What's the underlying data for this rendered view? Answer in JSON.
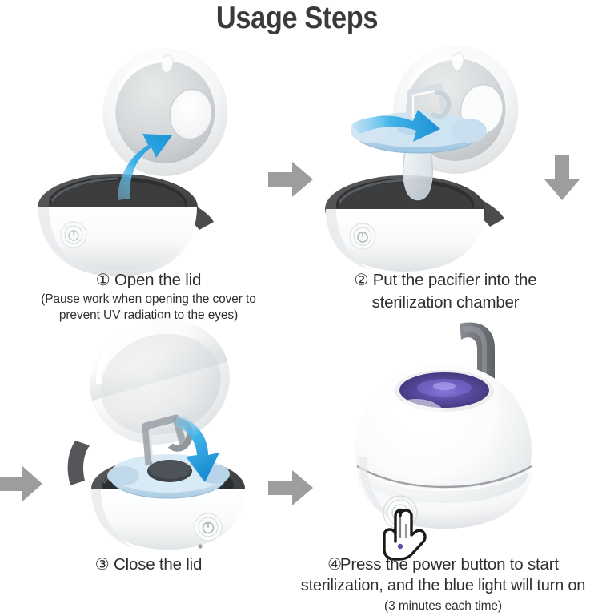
{
  "header": {
    "title": "Usage Steps"
  },
  "colors": {
    "title_text": "#3a3a3a",
    "caption_text": "#2f2f2f",
    "flow_arrow": "#9d9d9d",
    "action_arrow_blue": "#29a3e0",
    "action_arrow_blue_dark": "#1f8fd0",
    "device_white": "#fdfdfd",
    "device_shadow": "#d8dadc",
    "chamber_dark": "#4b4b4d",
    "chamber_dark_deep": "#343436",
    "pacifier_blue": "#bcd9ec",
    "uv_violet": "#4a3f86",
    "uv_glow": "#6f63c4",
    "strap_gray": "#7e8186"
  },
  "steps": [
    {
      "id": "step-1",
      "number": "①",
      "title": "Open the lid",
      "note_line_1": "(Pause work when opening the cover to",
      "note_line_2": "prevent UV radiation to the eyes)",
      "illustration": "sterilizer-lid-open-with-up-arrow",
      "action_arrow": "curved-arrow-up-left-to-right"
    },
    {
      "id": "step-2",
      "number": "②",
      "title_line_1": "Put the pacifier into the",
      "title_line_2": "sterilization chamber",
      "illustration": "sterilizer-with-pacifier-inserting",
      "action_arrow": "curved-arrow-pointing-right-into-chamber"
    },
    {
      "id": "step-3",
      "number": "③",
      "title": "Close the lid",
      "illustration": "sterilizer-lid-closing-with-pacifier-inside",
      "action_arrow": "curved-arrow-pointing-down-right"
    },
    {
      "id": "step-4",
      "number": "④",
      "title_line_1": "Press the power button to start",
      "title_line_2": "sterilization, and the blue light will turn on",
      "note_line_1": "(3 minutes each time)",
      "illustration": "sterilizer-closed-uv-on-with-hand-pressing-button",
      "action_arrow": "hand-cursor-tap"
    }
  ],
  "flow_arrows": [
    {
      "id": "flow-1-to-2",
      "direction": "right"
    },
    {
      "id": "flow-2-to-3",
      "direction": "down"
    },
    {
      "id": "flow-to-step-3",
      "direction": "right"
    },
    {
      "id": "flow-3-to-4",
      "direction": "right"
    }
  ],
  "device": {
    "power_button_symbol": "power-icon",
    "uv_window_label": "uv-light-window",
    "strap_label": "hanging-strap"
  }
}
